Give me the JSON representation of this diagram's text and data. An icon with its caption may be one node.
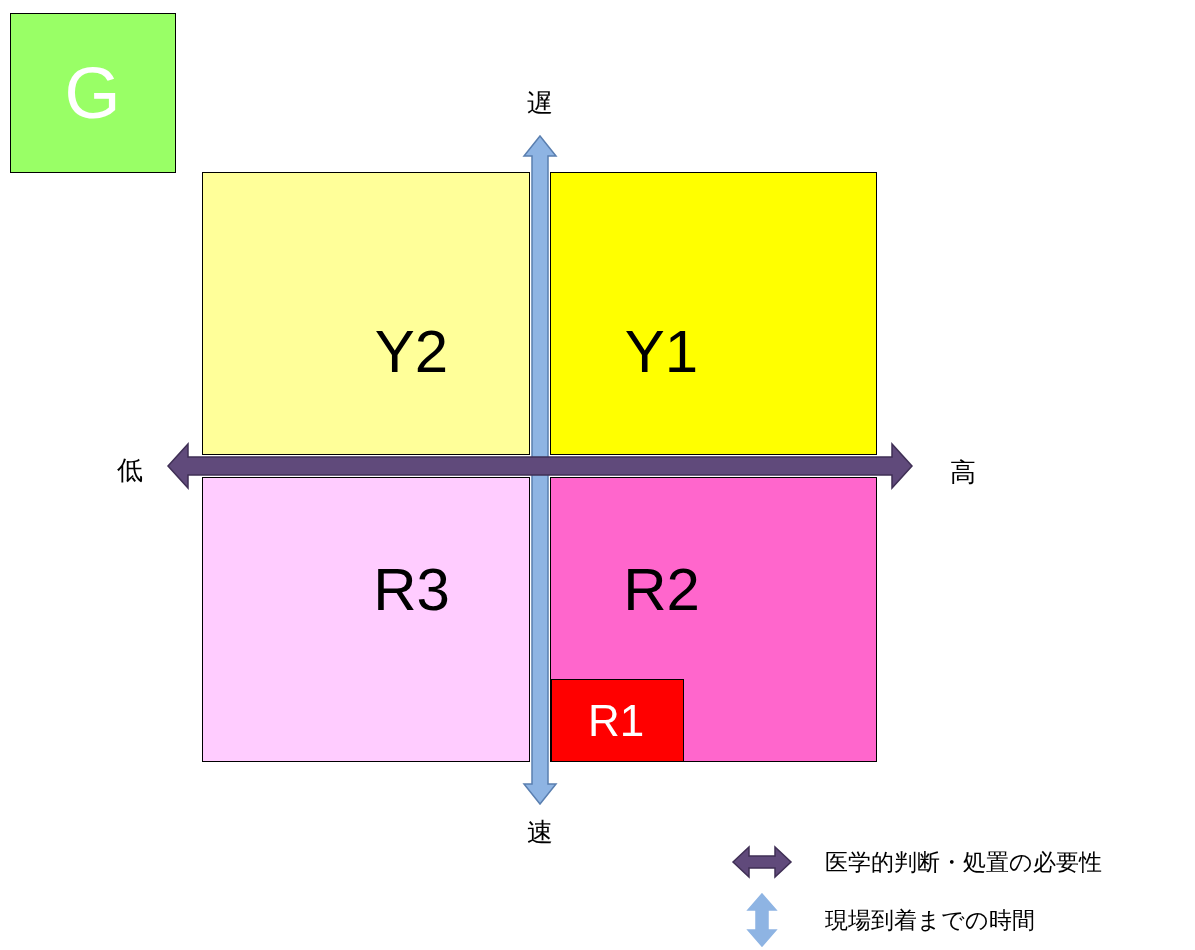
{
  "diagram": {
    "nodes": [
      {
        "text": [
          "G"
        ]
      },
      {
        "text": [
          "Y2"
        ]
      },
      {
        "text": [
          "Y1"
        ]
      },
      {
        "text": [
          "R3"
        ]
      },
      {
        "text": [
          "R2"
        ]
      },
      {
        "text": [
          "R1"
        ],
        "in": 4
      }
    ],
    "labels": [
      "遅",
      "低",
      "高",
      "速"
    ],
    "legend": [
      {
        "text": "医学的判断・処置の必要性"
      },
      {
        "text": "現場到着までの時間"
      }
    ]
  }
}
